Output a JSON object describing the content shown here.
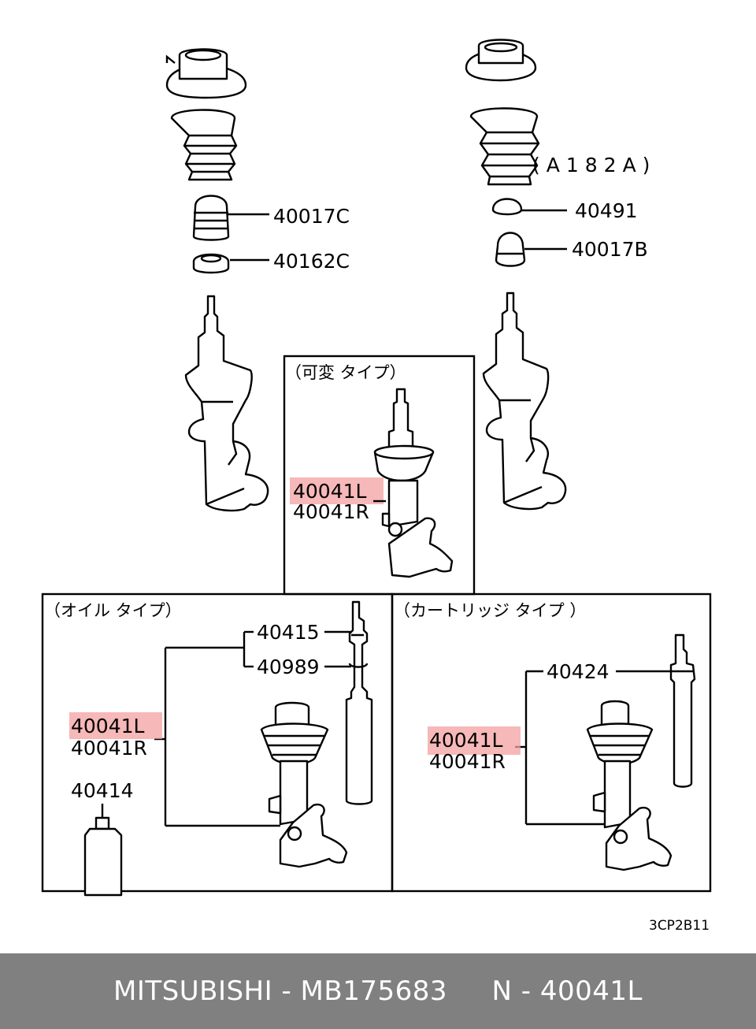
{
  "diagram": {
    "labels": {
      "p40017C": "40017C",
      "p40162C": "40162C",
      "a182a": "(A182A)",
      "p40491": "40491",
      "p40017B": "40017B",
      "variable_type": "（可変 タイプ）",
      "var_left": "40041L",
      "var_right": "40041R",
      "oil_type": "（オイル タイプ）",
      "p40415": "40415",
      "p40989": "40989",
      "oil_left": "40041L",
      "oil_right": "40041R",
      "p40414": "40414",
      "cartridge_type": "（カートリッジ タイプ ）",
      "p40424": "40424",
      "cart_left": "40041L",
      "cart_right": "40041R",
      "code": "3CP2B11"
    },
    "highlight_color": "#f3a0a0"
  },
  "footer": {
    "brand": "MITSUBISHI",
    "separator": " - ",
    "part_number": "MB175683",
    "spacer": "     ",
    "ref_prefix": "N - ",
    "ref_number": "40041L",
    "background": "#808080"
  }
}
